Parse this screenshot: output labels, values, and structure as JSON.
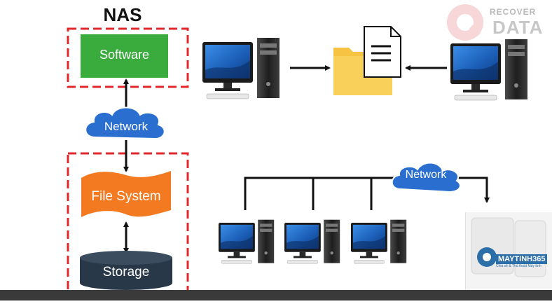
{
  "title": "NAS",
  "nodes": {
    "software": "Software",
    "network_left": "Network",
    "file_system": "File System",
    "storage": "Storage",
    "network_right": "Network"
  },
  "watermark": {
    "recover": "RECOVER",
    "data": "DATA",
    "brand": "MAYTINH365",
    "tagline": "Chia sẻ & Thủ thuật Máy tính"
  },
  "colors": {
    "software_box": "#3aab3d",
    "file_system_shape": "#f37a21",
    "storage_shape": "#283848",
    "cloud": "#2a6fd0",
    "dashed_border": "#e0282c",
    "folder": "#f6c343",
    "monitor_screen": "#1e6cc4"
  },
  "icons": [
    "desktop-computer-icon",
    "folder-document-icon",
    "recover-data-logo",
    "maytinh365-logo"
  ]
}
